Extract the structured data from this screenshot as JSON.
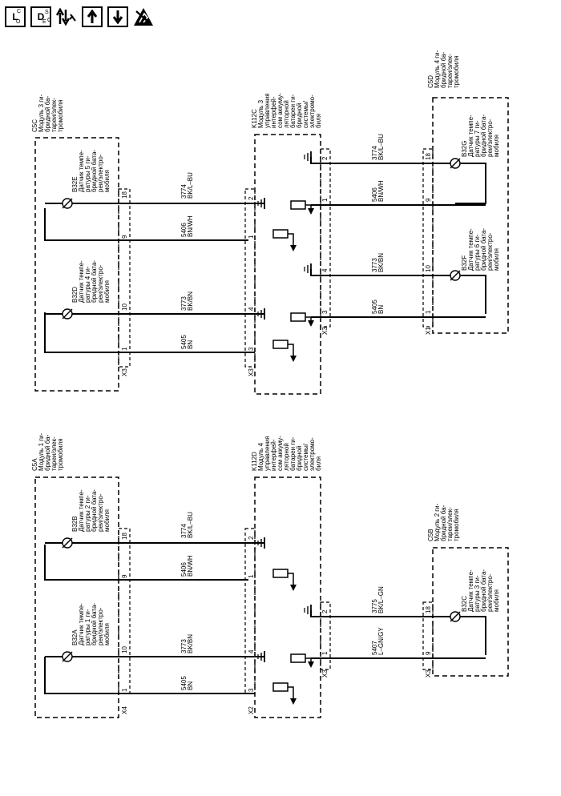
{
  "toolbar": {
    "loc": {
      "main": "L",
      "sub": "O",
      "sup": "C"
    },
    "desc": {
      "main": "D",
      "sub": "E",
      "sup": "S",
      "sup2": "C"
    }
  },
  "right_panel": {
    "c5d": [
      "C5D",
      "Модуль 4 ги-",
      "бридной ба-",
      "тареи/элек-",
      "тромобиля"
    ],
    "c5c": [
      "C5C",
      "Модуль 3 ги-",
      "бридной ба-",
      "тареи/элек-",
      "тромобиля"
    ],
    "k112c": [
      "K112C",
      "Модуль 3",
      "управления",
      "интерфей-",
      "сом аккуму-",
      "ляторной",
      "батареи ги-",
      "бридной",
      "системы/",
      "электромо-",
      "биля"
    ],
    "b32e": [
      "B32E",
      "Датчик темпе-",
      "ратуры 5 ги-",
      "бридной бата-",
      "реи/электро-",
      "мобиля"
    ],
    "b32d": [
      "B32D",
      "Датчик темпе-",
      "ратуры 4 ги-",
      "бридной бата-",
      "реи/электро-",
      "мобиля"
    ],
    "b32g": [
      "B32G",
      "Датчик темпе-",
      "ратуры 7 ги-",
      "бридной бата-",
      "реи/электро-",
      "мобиля"
    ],
    "b32f": [
      "B32F",
      "Датчик темпе-",
      "ратуры 6 ги-",
      "бридной бата-",
      "реи/электро-",
      "мобиля"
    ],
    "wires": {
      "w3774": [
        "3774",
        "BK/L–BU"
      ],
      "w5406": [
        "5406",
        "BN/WH"
      ],
      "w3773": [
        "3773",
        "BK/BN"
      ],
      "w5405": [
        "5405",
        "BN"
      ],
      "w3774b": [
        "3774",
        "BK/L–BU"
      ],
      "w5406b": [
        "5406",
        "BN/WH"
      ],
      "w3773b": [
        "3773",
        "BK/BN"
      ],
      "w5405b": [
        "5405",
        "BN"
      ]
    },
    "pins": {
      "p18": "18",
      "p9": "9",
      "p10": "10",
      "p1": "1",
      "k2": "2",
      "k1": "1",
      "k4": "4",
      "k3": "3",
      "k2b": "2",
      "k1b": "1",
      "k4b": "4",
      "k3b": "3",
      "c18": "18",
      "c9": "9",
      "c10": "10",
      "c1": "1"
    },
    "connectors": {
      "x3a": "X3",
      "x3b": "X3",
      "x3c": "X3",
      "x1": "X1"
    }
  },
  "left_panel": {
    "c5a": [
      "C5A",
      "Модуль 1 ги-",
      "бридной ба-",
      "тареи/элек-",
      "тромобиля"
    ],
    "c5b": [
      "C5B",
      "Модуль 2 ги-",
      "бридной ба-",
      "тареи/элек-",
      "тромобиля"
    ],
    "k112d": [
      "K112D",
      "Модуль 4",
      "управления",
      "интерфей-",
      "сом аккуму-",
      "ляторной",
      "батареи ги-",
      "бридной",
      "системы/",
      "электромо-",
      "биля"
    ],
    "b32b": [
      "B32B",
      "Датчик темпе-",
      "ратуры 2 ги-",
      "бридной бата-",
      "реи/электро-",
      "мобиля"
    ],
    "b32a": [
      "B32A",
      "Датчик темпе-",
      "ратуры 1 ги-",
      "бридной бата-",
      "реи/электро-",
      "мобиля"
    ],
    "b32c": [
      "B32C",
      "Датчик темпе-",
      "ратуры 3 ги-",
      "бридной бата-",
      "реи/электро-",
      "мобиля"
    ],
    "wires": {
      "w3774": [
        "3774",
        "BK/L–BU"
      ],
      "w5406": [
        "5406",
        "BN/WH"
      ],
      "w3773": [
        "3773",
        "BK/BN"
      ],
      "w5405": [
        "5405",
        "BN"
      ],
      "w3775": [
        "3775",
        "BK/L–GN"
      ],
      "w5407": [
        "5407",
        "L–GN/GY"
      ]
    },
    "pins": {
      "p18": "18",
      "p9": "9",
      "p10": "10",
      "p1": "1",
      "k2": "2",
      "k1": "1",
      "k4": "4",
      "k3": "3",
      "k2b": "2",
      "k1b": "1",
      "c18": "18",
      "c9": "9"
    },
    "connectors": {
      "x4": "X4",
      "x2": "X2",
      "x3a": "X3",
      "x3b": "X3"
    }
  }
}
